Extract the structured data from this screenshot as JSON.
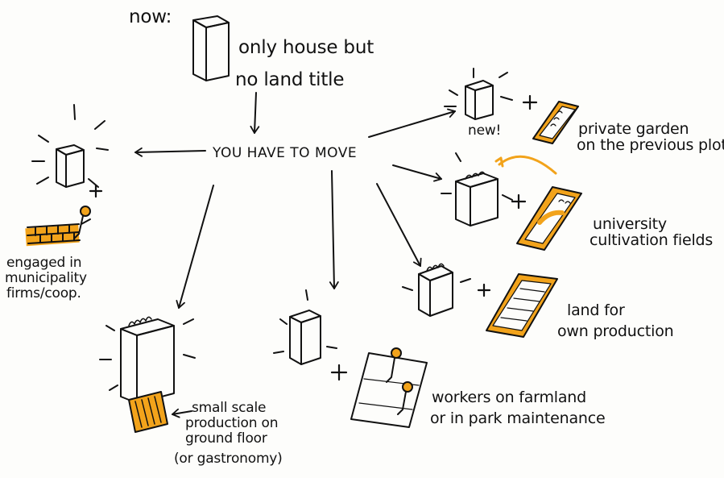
{
  "now": "now:",
  "current": [
    "only house but",
    "no land title"
  ],
  "center": "YOU HAVE TO MOVE",
  "options": {
    "new_label": "new!",
    "private_garden": [
      "private garden",
      "on the previous plot"
    ],
    "university": [
      "university",
      "cultivation fields"
    ],
    "own_land": [
      "land for",
      "own production"
    ],
    "workers": [
      "workers on farmland",
      "or in park maintenance"
    ],
    "small_scale": [
      "small scale",
      "production on",
      "ground floor",
      "(or gastronomy)"
    ],
    "engaged": [
      "engaged in",
      "municipality",
      "firms/coop."
    ]
  },
  "colors": {
    "ink": "#111111",
    "accent": "#f2a31b"
  }
}
